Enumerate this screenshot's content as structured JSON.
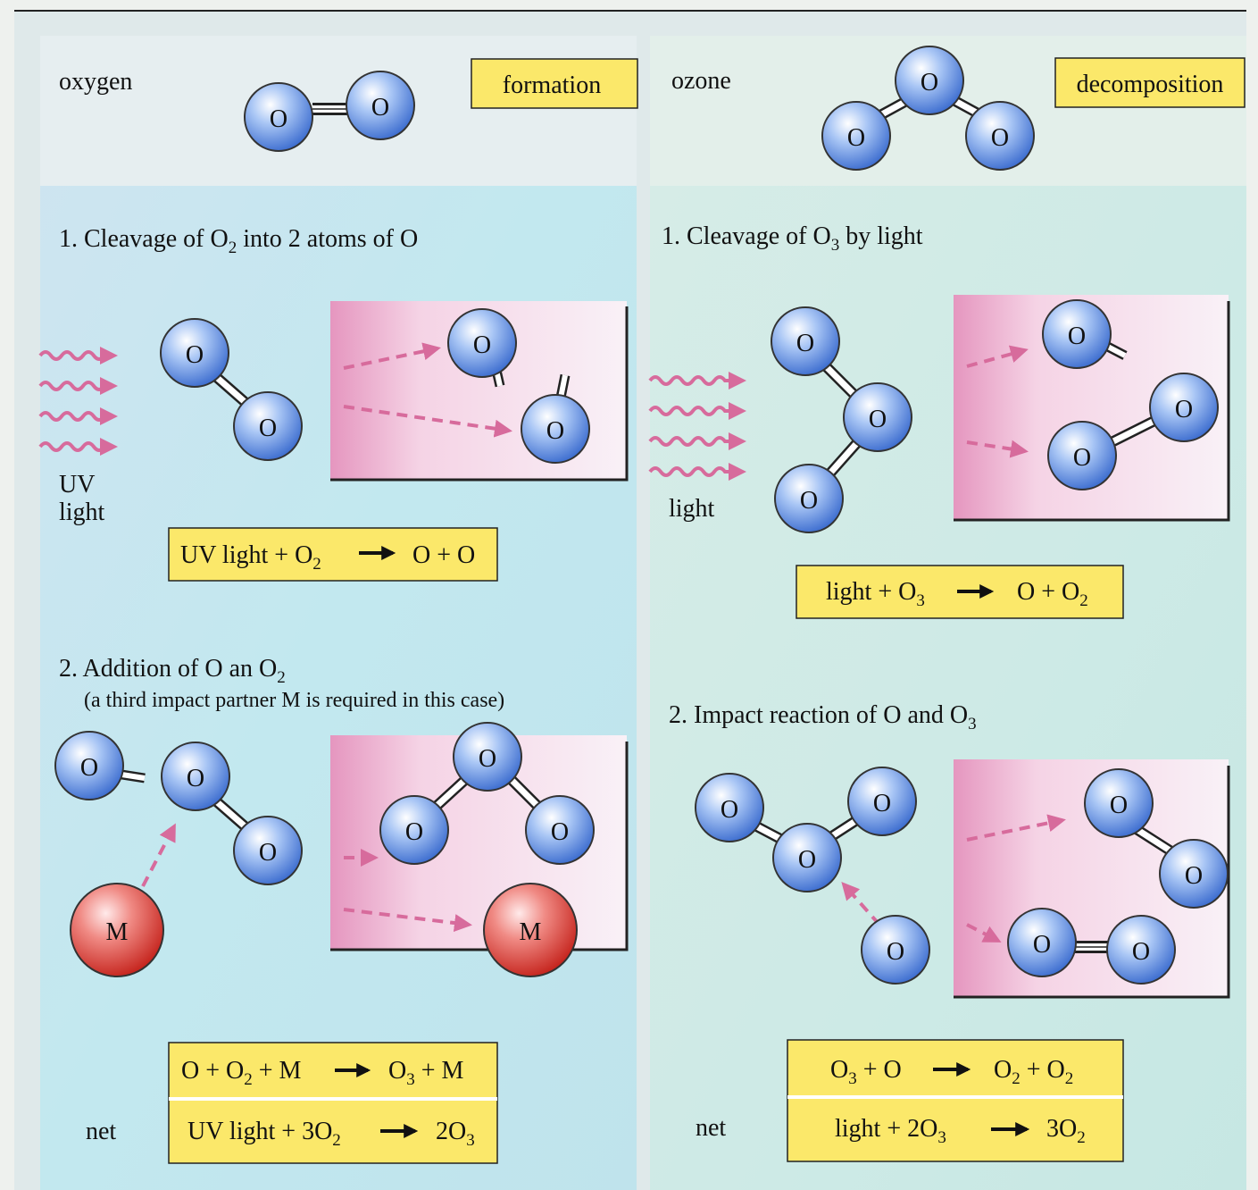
{
  "left": {
    "species_label": "oxygen",
    "tag": "formation",
    "step1": {
      "num": "1.",
      "pre": "Cleavage of O",
      "sub": "2",
      "post": " into 2 atoms of O"
    },
    "uv_label_1": "UV",
    "uv_label_2": "light",
    "eq1": {
      "a": "UV light + O",
      "a_sub": "2",
      "b": "O + O"
    },
    "step2": {
      "num": "2.",
      "pre": "Addition of  O an O",
      "sub": "2",
      "note": "(a third impact partner M is required in this case)"
    },
    "eq2": {
      "a1": "O + O",
      "a1_sub": "2",
      "a2": " + M",
      "b1": "O",
      "b1_sub": "3",
      "b2": " + M"
    },
    "net_label": "net",
    "eq_net": {
      "a1": "UV light + 3O",
      "a1_sub": "2",
      "b1": "2O",
      "b1_sub": "3"
    }
  },
  "right": {
    "species_label": "ozone",
    "tag": "decomposition",
    "step1": {
      "num": "1.",
      "pre": "Cleavage of O",
      "sub": "3",
      "post": " by light"
    },
    "light_label": "light",
    "eq1": {
      "a1": "light + O",
      "a1_sub": "3",
      "b1": "O + O",
      "b1_sub": "2"
    },
    "step2": {
      "num": "2.",
      "pre": "Impact reaction of O and O",
      "sub": "3"
    },
    "eq2": {
      "a1": "O",
      "a1_sub": "3",
      "a2": " + O",
      "b1": "O",
      "b1_sub": "2",
      "b2": " + O",
      "b2_sub": "2"
    },
    "net_label": "net",
    "eq_net": {
      "a1": "light + 2O",
      "a1_sub": "3",
      "b1": "3O",
      "b1_sub": "2"
    }
  },
  "atom_letter": "O",
  "partner_letter": "M",
  "colors": {
    "label_fill": "#fbe86a",
    "atom_fill": "#7ea9ea",
    "partner_fill": "#e4504a",
    "arrow": "#d76b9c",
    "panel": "#f2c6dd"
  }
}
